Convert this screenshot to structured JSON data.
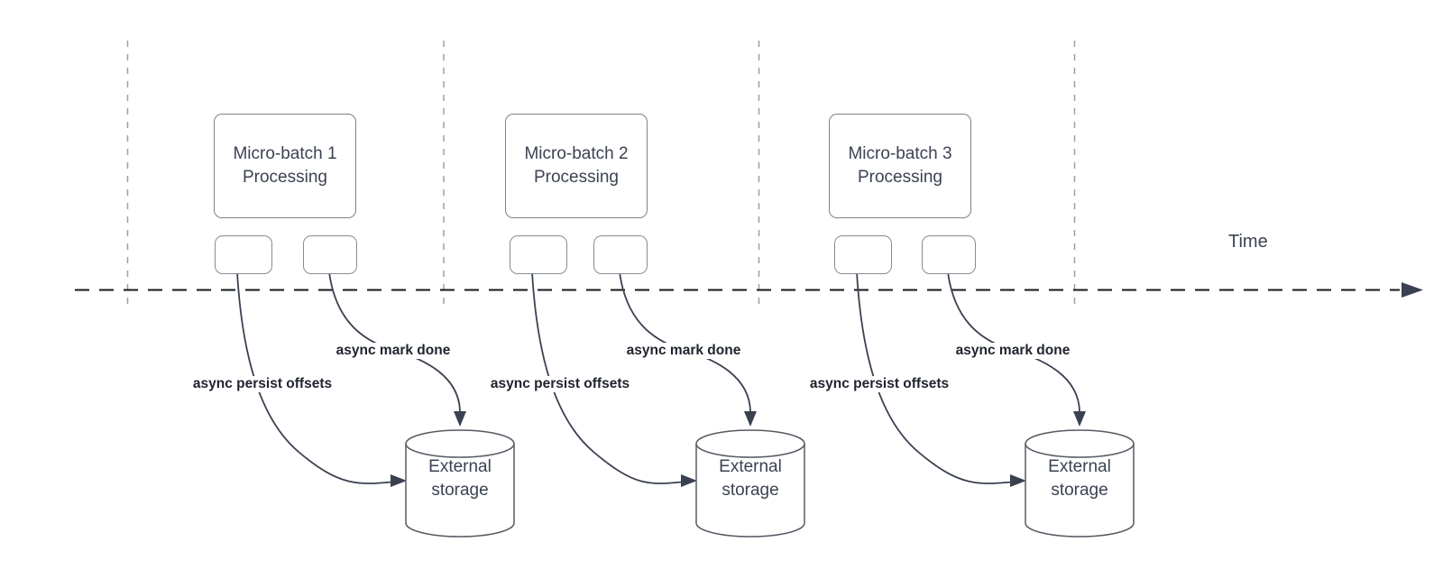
{
  "diagram": {
    "type": "micro-batch-timeline-flow-diagram",
    "time_axis_label": "Time",
    "groups": [
      {
        "title": "Micro-batch 1\nProcessing",
        "persist_label": "async persist offsets",
        "mark_done_label": "async mark done",
        "storage_label": "External\nstorage"
      },
      {
        "title": "Micro-batch 2\nProcessing",
        "persist_label": "async persist offsets",
        "mark_done_label": "async mark done",
        "storage_label": "External\nstorage"
      },
      {
        "title": "Micro-batch 3\nProcessing",
        "persist_label": "async persist offsets",
        "mark_done_label": "async mark done",
        "storage_label": "External\nstorage"
      }
    ],
    "colors": {
      "arrow_stroke": "#3a4150",
      "box_border": "#7b828c",
      "interval_dash": "#9aa0a6",
      "timeline": "#16181d",
      "node_text": "#3b4252",
      "edge_label_text": "#20242e",
      "background": "#ffffff"
    }
  }
}
